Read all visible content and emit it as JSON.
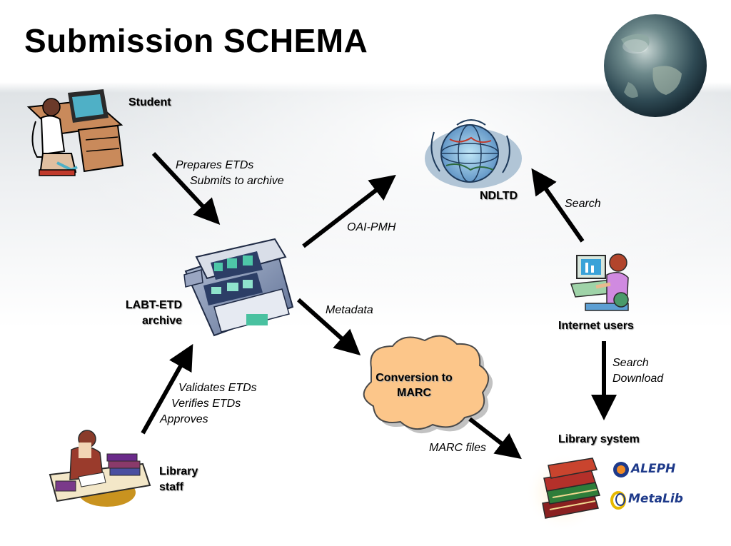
{
  "title": "Submission SCHEMA",
  "nodes": {
    "student": "Student",
    "ndltd": "NDLTD",
    "labt_archive": [
      "LABT-ETD",
      "archive"
    ],
    "internet_users": "Internet users",
    "conversion": [
      "Conversion to",
      "MARC"
    ],
    "library_staff": [
      "Library",
      "staff"
    ],
    "library_system": "Library system"
  },
  "edge_labels": {
    "student_to_archive": [
      "Prepares ETDs",
      "Submits to archive"
    ],
    "archive_to_ndltd": "OAI-PMH",
    "users_to_ndltd": "Search",
    "archive_to_conversion": "Metadata",
    "users_to_library": [
      "Search",
      "Download"
    ],
    "staff_to_archive": [
      "Validates ETDs",
      "Verifies ETDs",
      "Approves"
    ],
    "conversion_to_library": "MARC files"
  },
  "logos": {
    "aleph": "ALEPH",
    "metalib": "MetaLib"
  },
  "colors": {
    "arrow": "#000000",
    "cloud_fill": "#fcc68a",
    "cloud_stroke": "#4a4a4a",
    "globe": "#3c5a62"
  }
}
